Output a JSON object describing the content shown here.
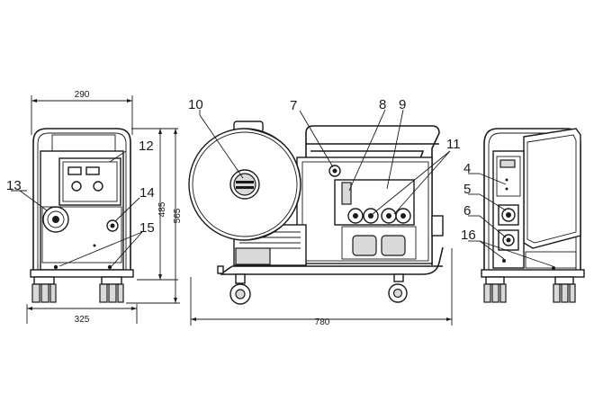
{
  "dimensions": {
    "width_left": "290",
    "height_inner": "485",
    "height_total": "565",
    "base_left": "325",
    "length_side": "780"
  },
  "callouts": {
    "c4": "4",
    "c5": "5",
    "c6": "6",
    "c7": "7",
    "c8": "8",
    "c9": "9",
    "c10": "10",
    "c11": "11",
    "c12": "12",
    "c13": "13",
    "c14": "14",
    "c15": "15",
    "c16": "16"
  }
}
